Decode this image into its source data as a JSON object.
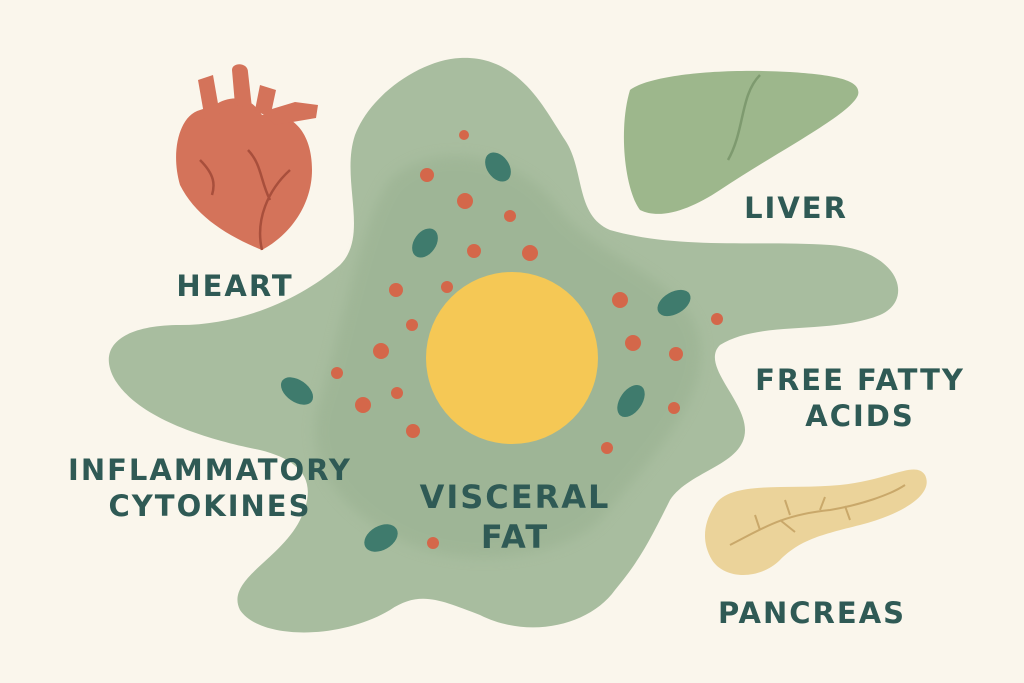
{
  "labels": {
    "heart": "HEART",
    "liver": "LIVER",
    "free_fatty_acids": [
      "FREE FATTY",
      "ACIDS"
    ],
    "inflammatory_cytokines": [
      "INFLAMMATORY",
      "CYTOKINES"
    ],
    "visceral_fat": [
      "VISCERAL",
      "FAT"
    ],
    "pancreas": "PANCREAS"
  },
  "colors": {
    "background": "#faf6ec",
    "fat_tissue": "#a8bd9f",
    "fat_core": "#f5c855",
    "cytokine_dots": "#d4674a",
    "cells": "#3f7b6d",
    "heart": "#d4735a",
    "liver": "#9db78c",
    "pancreas": "#ebd39a",
    "text": "#2f5a55"
  },
  "icons": [
    "heart-icon",
    "liver-icon",
    "pancreas-icon",
    "visceral-fat-blob"
  ]
}
